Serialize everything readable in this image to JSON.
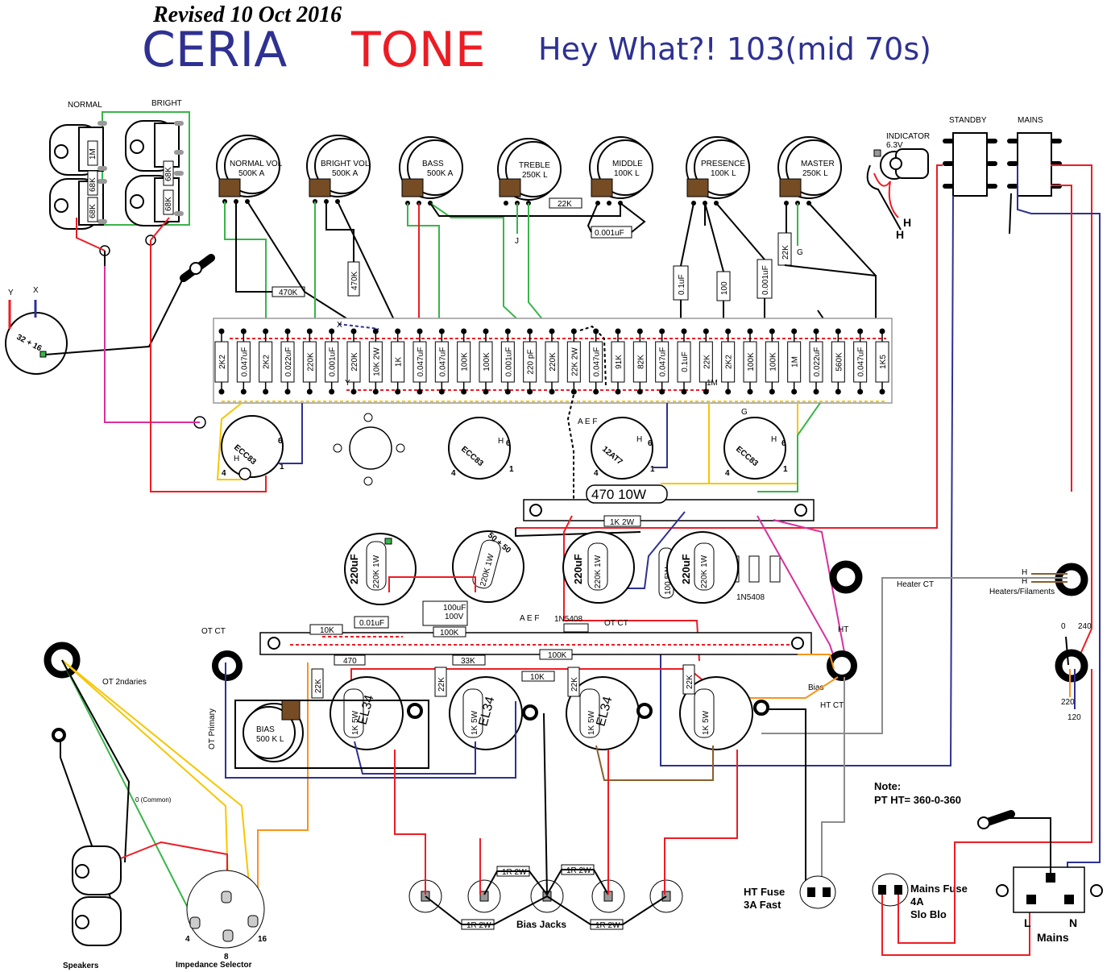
{
  "header": {
    "revised": "Revised 10 Oct 2016",
    "brand_a": "CERIA",
    "brand_b": "TONE",
    "model": "Hey What?! 103(mid 70s)"
  },
  "inputs": {
    "normal": "NORMAL",
    "bright": "BRIGHT",
    "res_1m": "1M",
    "res_68k": "68K"
  },
  "fx_jack": {
    "y": "Y",
    "x": "X",
    "label": "32 + 16"
  },
  "pots": [
    {
      "name": "NORMAL VOL",
      "value": "500K A"
    },
    {
      "name": "BRIGHT VOL",
      "value": "500K A"
    },
    {
      "name": "BASS",
      "value": "500K A"
    },
    {
      "name": "TREBLE",
      "value": "250K L"
    },
    {
      "name": "MIDDLE",
      "value": "100K L"
    },
    {
      "name": "PRESENCE",
      "value": "100K L"
    },
    {
      "name": "MASTER",
      "value": "250K L"
    }
  ],
  "pot_parts": {
    "r470k_h": "470K",
    "r470k_v": "470K",
    "r22k": "22K",
    "c001": "0.001uF",
    "c01": "0.1uF",
    "r100": "100",
    "c0001": "0.001uF",
    "r22k_master": "22K",
    "lbl_j": "J",
    "lbl_g": "G"
  },
  "indicator": {
    "label": "INDICATOR",
    "volt": "6.3V",
    "h1": "H",
    "h2": "H"
  },
  "switches": {
    "standby": "STANDBY",
    "mains": "MAINS"
  },
  "preamp_board": [
    "2K2",
    "0.047uF",
    "2K2",
    "0.022uF",
    "220K",
    "0.001uF",
    "220K",
    "10K 2W",
    "1K",
    "0.047uF",
    "0.047uF",
    "100K",
    "100K",
    "0.001uF",
    "220 pF",
    "220K",
    "22K 2W",
    "0.047uF",
    "91K",
    "82K",
    "0.047uF",
    "0.1uF",
    "22K",
    "2K2",
    "100K",
    "100K",
    "1M",
    "0.022uF",
    "560K",
    "0.047uF",
    "1K5"
  ],
  "board_extra": {
    "x": "X",
    "y": "Y",
    "m1": "1M"
  },
  "valves": {
    "v1": "ECC83",
    "v2": "ECC83",
    "v3": "12AT7",
    "v4": "ECC83",
    "pin6": "6",
    "pin4": "4",
    "pin1": "1",
    "pinH": "H"
  },
  "tag_aef": "A E F",
  "tag_g": "G",
  "psu_board": {
    "res_470": "470 10W",
    "res_1k": "1K 2W",
    "res_100": "100 5W",
    "diode": "1N5408"
  },
  "caps": {
    "c1": "220uF",
    "c1r": "220K 1W",
    "c2": "50 + 50",
    "c2r": "220K 1W",
    "c3": "220uF",
    "c3r": "220K 1W",
    "c4": "220uF",
    "c4r": "220K 1W"
  },
  "heater": {
    "ct": "Heater CT",
    "h1": "H",
    "h2": "H",
    "label": "Heaters/Filaments"
  },
  "power_board": {
    "r10k": "10K",
    "c001": "0.01uF",
    "c100": "100uF",
    "c100v": "100V",
    "r470": "470",
    "r100k": "100K",
    "r33k": "33K",
    "r10k2": "10K",
    "r100k2": "100K",
    "diode": "1N5408",
    "ot_ct_left": "OT CT",
    "ot_ct_right": "OT CT",
    "aef": "A E F",
    "ht": "HT",
    "bias": "Bias",
    "ht_ct": "HT CT"
  },
  "output_valves": [
    {
      "name": "EL34",
      "res": "1K 5W",
      "grid": "22K"
    },
    {
      "name": "EL34",
      "res": "1K 5W",
      "grid": "22K"
    },
    {
      "name": "EL34",
      "res": "1K 5W",
      "grid": "22K"
    },
    {
      "name": "",
      "res": "1K 5W",
      "grid": "22K"
    }
  ],
  "bias_pot": {
    "name": "BIAS",
    "value": "500 K L"
  },
  "ot_labels": {
    "primary": "OT Primary",
    "secondaries": "OT 2ndaries",
    "common": "0 (Common)"
  },
  "speakers": {
    "label": "Speakers"
  },
  "impedance": {
    "label": "Impedance Selector",
    "four": "4",
    "eight": "8",
    "sixteen": "16"
  },
  "bias_jacks": {
    "label": "Bias Jacks",
    "r1": "1R 2W",
    "r2": "1R 2W",
    "r3": "1R 2W",
    "r4": "1R 2W"
  },
  "tx_taps": {
    "zero": "0",
    "t240": "240",
    "t220": "220",
    "t120": "120"
  },
  "note": {
    "title": "Note:",
    "text": "PT HT= 360-0-360"
  },
  "fuses": {
    "ht_a": "HT Fuse",
    "ht_b": "3A Fast",
    "mains_a": "Mains Fuse",
    "mains_b": "4A",
    "mains_c": "Slo Blo"
  },
  "iec": {
    "l": "L",
    "n": "N",
    "label": "Mains"
  },
  "colors": {
    "red": "#ed1c24",
    "blue": "#2e3192",
    "green": "#39b54a",
    "yellow": "#f7c600",
    "orange": "#f7941d",
    "magenta": "#d62fa0",
    "brown": "#8b5e2b",
    "grey": "#8c8c8c"
  }
}
